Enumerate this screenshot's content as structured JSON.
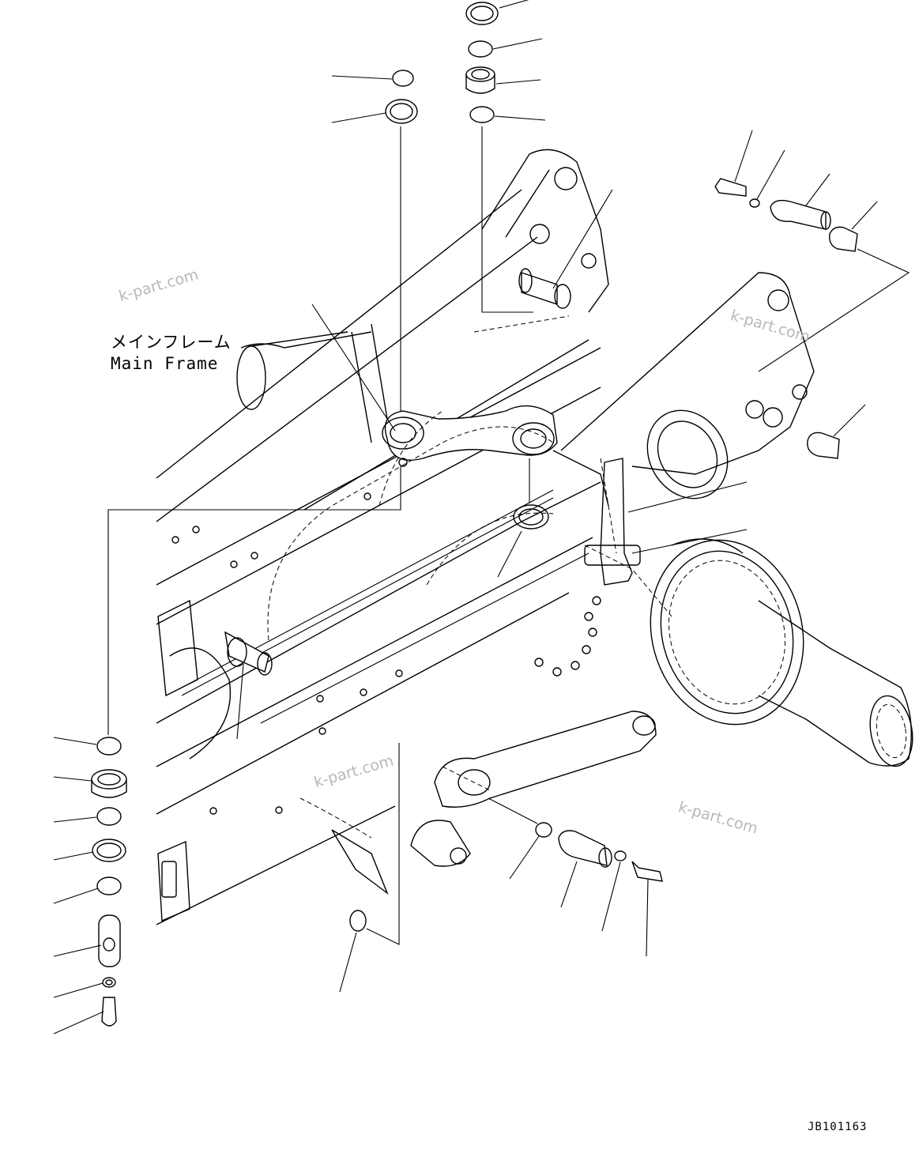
{
  "diagram": {
    "main_frame_label_jp": "メインフレーム",
    "main_frame_label_en": "Main Frame",
    "drawing_code": "JB101163"
  },
  "watermarks": [
    "k-part.com",
    "k-part.com",
    "k-part.com",
    "k-part.com"
  ],
  "colors": {
    "line": "#000000",
    "background": "#ffffff",
    "watermark": "#b8b8b8"
  }
}
